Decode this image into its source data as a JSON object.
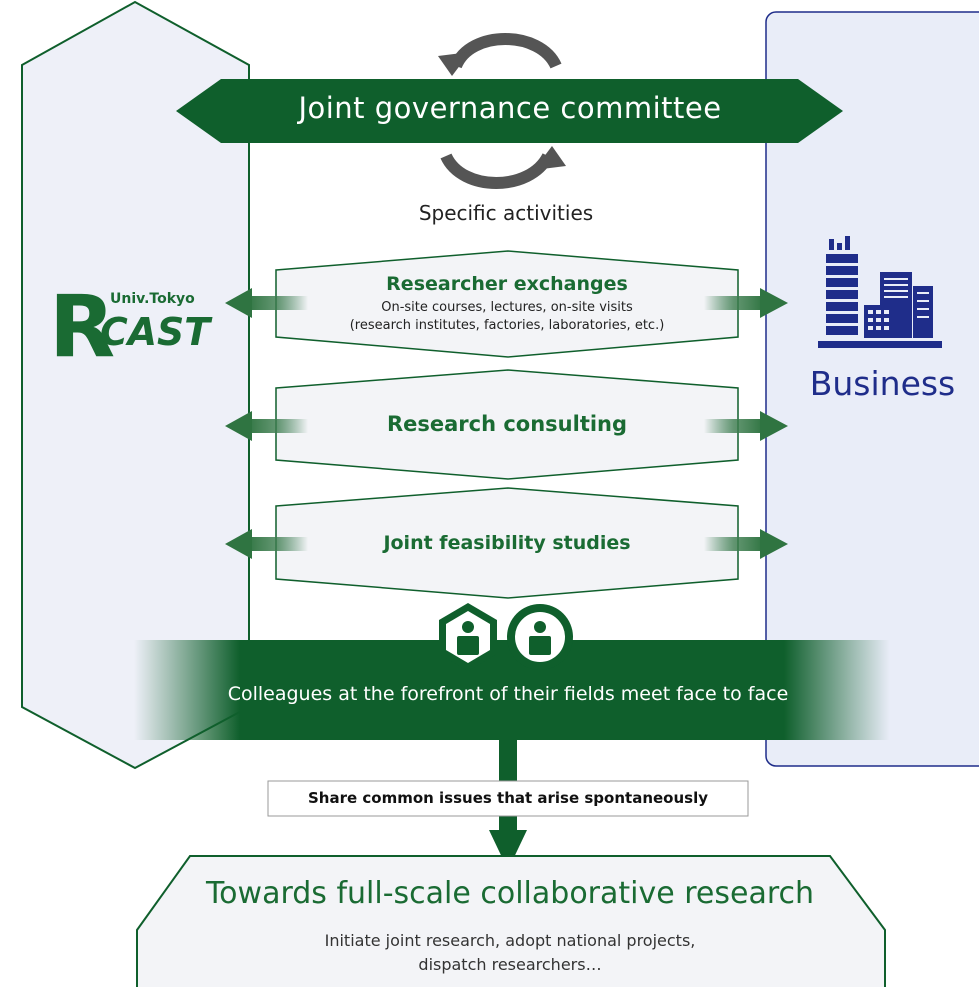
{
  "colors": {
    "dark_green": "#0f5f2c",
    "text_green": "#1a6b33",
    "navy": "#1f2d8a",
    "left_panel_fill": "#eef0f8",
    "right_panel_fill": "#e9edf8",
    "hex_fill": "#f3f4f7",
    "arrow_gray": "#555555"
  },
  "governance": {
    "title": "Joint governance committee",
    "subtitle": "Specific activities"
  },
  "left_org": {
    "logo_small": "Univ.Tokyo",
    "logo_main": "CAST",
    "logo_letter": "R"
  },
  "right_org": {
    "label": "Business",
    "icon": "building-icon"
  },
  "activities": [
    {
      "title": "Researcher exchanges",
      "line1": "On-site courses, lectures, on-site visits",
      "line2": "(research institutes, factories, laboratories, etc.)"
    },
    {
      "title": "Research consulting"
    },
    {
      "title": "Joint feasibility studies"
    }
  ],
  "meeting": {
    "text": "Colleagues at the forefront of their fields meet face to face",
    "icons": [
      "person-hexagon-icon",
      "person-circle-icon"
    ]
  },
  "share": {
    "text": "Share common issues that arise spontaneously"
  },
  "outcome": {
    "title": "Towards full-scale collaborative research",
    "line1": "Initiate joint research, adopt national projects,",
    "line2": "dispatch researchers…"
  }
}
